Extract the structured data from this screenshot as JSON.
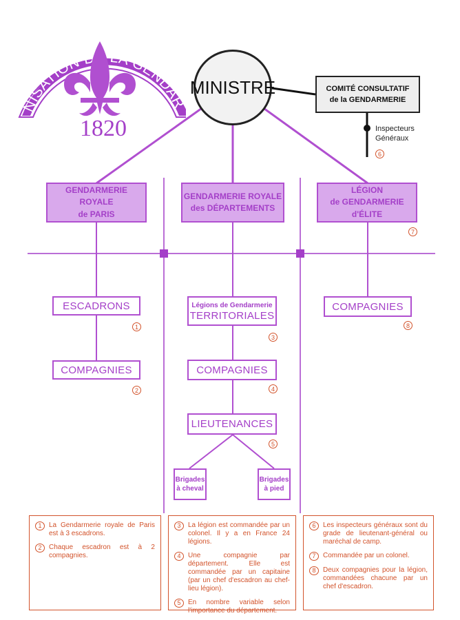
{
  "header": {
    "arc_title": "ORGANISATION DE LA GENDARMERIE",
    "year": "1820"
  },
  "colors": {
    "purple": "#a43fc8",
    "purple_light": "#d9a9ec",
    "orange": "#d2522a",
    "black": "#111111"
  },
  "minister": {
    "label": "MINISTRE"
  },
  "comite": {
    "line1": "COMITÉ CONSULTATIF",
    "line2": "de la GENDARMERIE"
  },
  "inspecteurs": {
    "line1": "Inspecteurs",
    "line2": "Généraux",
    "num": "6"
  },
  "columns": {
    "paris": {
      "title1": "GENDARMERIE ROYALE",
      "title2": "de PARIS",
      "escadrons": "ESCADRONS",
      "escadrons_num": "1",
      "compagnies": "COMPAGNIES",
      "compagnies_num": "2"
    },
    "departements": {
      "title1": "GENDARMERIE ROYALE",
      "title2": "des DÉPARTEMENTS",
      "legions1": "Légions de Gendarmerie",
      "legions2": "TERRITORIALES",
      "legions_num": "3",
      "compagnies": "COMPAGNIES",
      "compagnies_num": "4",
      "lieutenances": "LIEUTENANCES",
      "lieutenances_num": "5",
      "brigades_cheval1": "Brigades",
      "brigades_cheval2": "à cheval",
      "brigades_pied1": "Brigades",
      "brigades_pied2": "à pied"
    },
    "elite": {
      "title1": "LÉGION",
      "title2": "de GENDARMERIE d'ÉLITE",
      "title_num": "7",
      "compagnies": "COMPAGNIES",
      "compagnies_num": "8"
    }
  },
  "notes": {
    "left": [
      {
        "num": "1",
        "text": "La Gendarmerie royale de Paris est à 3 escadrons."
      },
      {
        "num": "2",
        "text": "Chaque escadron est à 2 compagnies."
      }
    ],
    "middle": [
      {
        "num": "3",
        "text": "La légion est commandée par un colonel. Il y a en France 24 légions."
      },
      {
        "num": "4",
        "text": "Une compagnie par département. Elle est commandée par un capitaine (par un chef d'escadron au chef-lieu légion)."
      },
      {
        "num": "5",
        "text": "En nombre variable selon l'importance du département."
      }
    ],
    "right": [
      {
        "num": "6",
        "text": "Les inspecteurs généraux sont du grade de lieutenant-général ou maréchal de camp."
      },
      {
        "num": "7",
        "text": "Commandée par un colonel."
      },
      {
        "num": "8",
        "text": "Deux compagnies pour la légion, commandées chacune par un chef d'escadron."
      }
    ]
  }
}
